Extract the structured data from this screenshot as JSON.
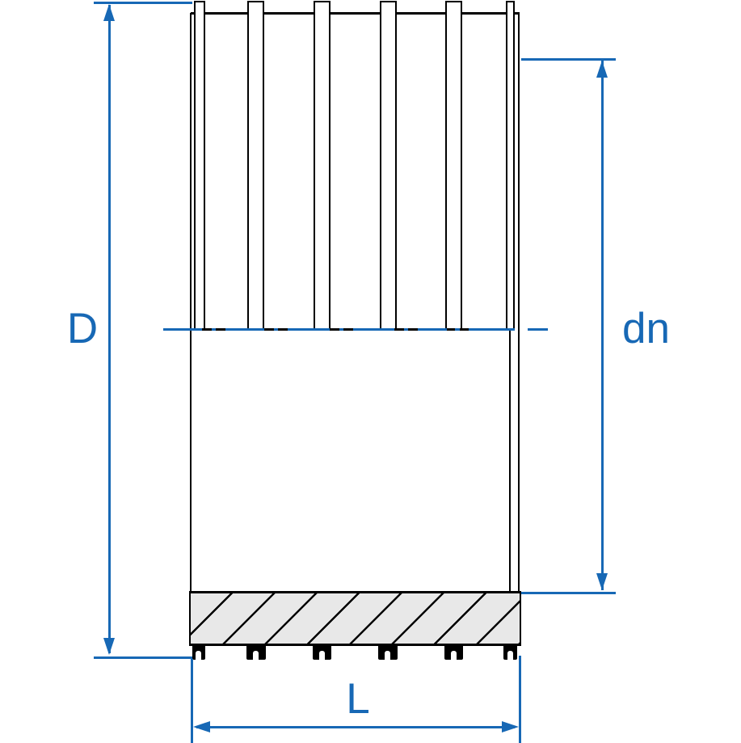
{
  "drawing": {
    "kind": "technical dimension drawing of a ribbed pipe section with hatched socket cross-section",
    "dimension_labels": {
      "outer_diameter": "D",
      "nominal_diameter": "dn",
      "length": "L"
    },
    "colors": {
      "dimension_blue": "#1768b5",
      "outline_black": "#000000",
      "section_fill_grey": "#e8e8e8",
      "background": "#ffffff"
    }
  }
}
